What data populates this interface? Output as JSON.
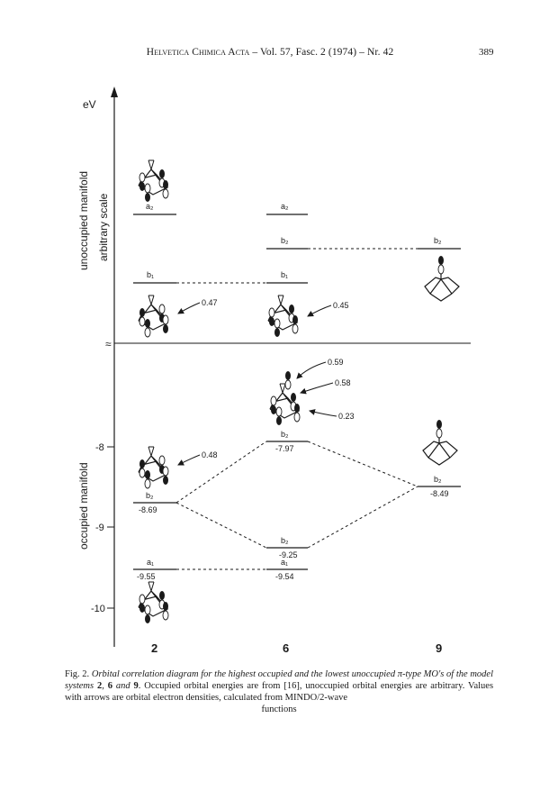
{
  "header": {
    "journal": "Helvetica Chimica Acta",
    "volume_issue": "– Vol. 57, Fasc. 2 (1974) – Nr. 42",
    "page_number": "389"
  },
  "figure": {
    "axis_unit": "eV",
    "manifold_labels": {
      "unoccupied": "unoccupied  manifold",
      "arbitrary": "arbitrary  scale",
      "occupied": "occupied  manifold"
    },
    "axis_ticks": [
      {
        "label": "-8",
        "value": -8
      },
      {
        "label": "-9",
        "value": -9
      },
      {
        "label": "-10",
        "value": -10
      }
    ],
    "compound_labels": [
      "2",
      "6",
      "9"
    ],
    "orbital_labels": {
      "c2_a2": "a₂",
      "c6_a2": "a₂",
      "c6_b2_unocc": "b₂",
      "c9_b2_unocc": "b₂",
      "c2_b1": "b₁",
      "c6_b1": "b₁",
      "c6_b2_occ": "b₂",
      "c9_b2_occ": "b₂",
      "c2_b2": "b₂",
      "c6_b2_low": "b₂",
      "c2_a1": "a₁",
      "c6_a1": "a₁"
    },
    "energies": {
      "c6_b2": "-7.97",
      "c9_b2": "-8.49",
      "c2_b2": "-8.69",
      "c6_b2_low": "-9.25",
      "c2_a1": "-9.55",
      "c6_a1": "-9.54"
    },
    "densities": {
      "c2_b1": "0.47",
      "c6_b1": "0.45",
      "c6_top": "0.59",
      "c6_mid": "0.58",
      "c6_bot": "0.23",
      "c2_b2": "0.48"
    }
  },
  "caption": {
    "fig_label": "Fig. 2.",
    "title": "Orbital correlation diagram for the highest occupied and the lowest unoccupied π-type MO's of the model systems",
    "c1": "2",
    "sep1": ",",
    "c2": "6",
    "sep2": "and",
    "c3": "9",
    "body": ". Occupied orbital energies are from [16], unoccupied orbital energies are arbitrary. Values with arrows are orbital electron densities, calculated from MINDO/2-wave",
    "last_line": "functions"
  }
}
